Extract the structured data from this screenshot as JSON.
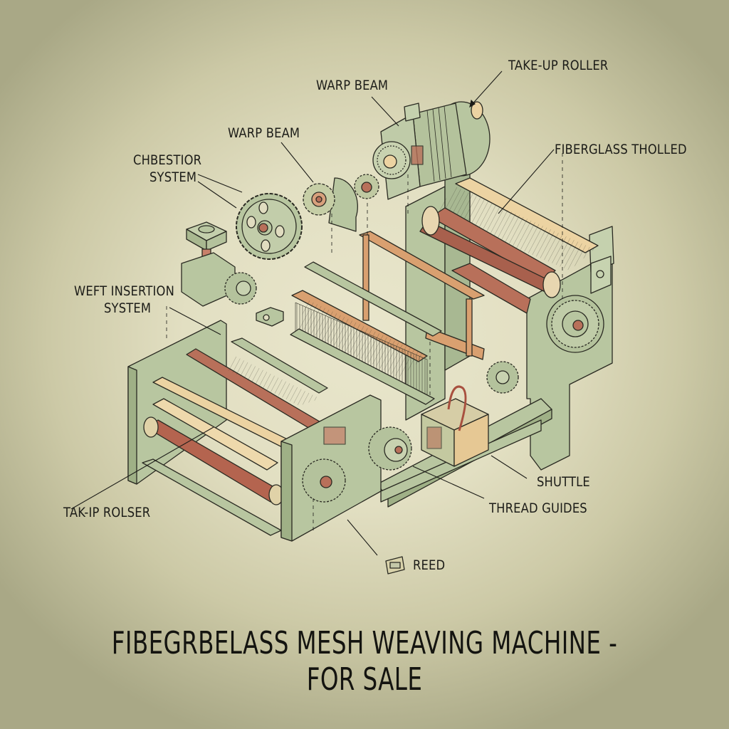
{
  "title": "FIBEGRBELASS MESH WEAVING MACHINE - FOR SALE",
  "labels": {
    "take_up_roller_top": "TAKE-UP ROLLER",
    "warp_beam_top": "WARP BEAM",
    "warp_beam_left": "WARP BEAM",
    "chbestior_line1": "CHBESTIOR",
    "chbestior_line2": "SYSTEM",
    "fiberglass_tholled": "FIBERGLASS THOLLED",
    "weft_insertion_line1": "WEFT INSERTION",
    "weft_insertion_line2": "SYSTEM",
    "take_up_rolser": "TAK-IP ROLSER",
    "shuttle": "SHUTTLE",
    "thread_guides": "THREAD GUIDES",
    "reed": "REED"
  },
  "colors": {
    "background": "#e2dfc2",
    "vignette": "#a9a886",
    "frame_green": "#b8c6a0",
    "frame_green_dark": "#9fb086",
    "roller_red": "#b8705a",
    "roller_cream": "#ecd3a2",
    "wood_orange": "#d9a070",
    "ink": "#1c1c18"
  }
}
